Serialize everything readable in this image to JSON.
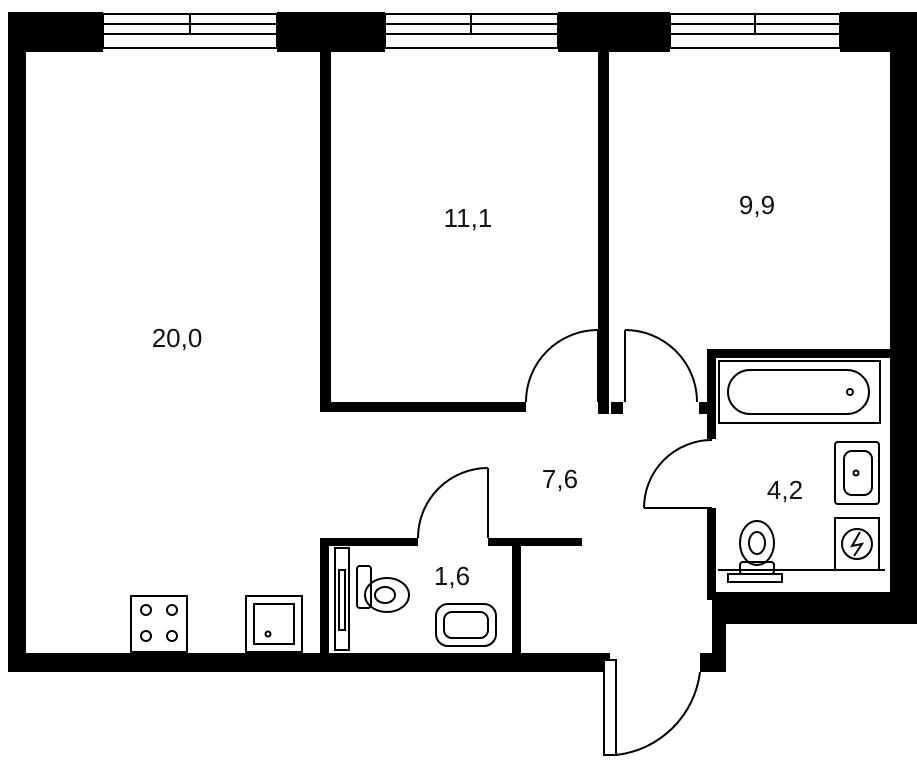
{
  "floor_plan": {
    "rooms": [
      {
        "key": "living_kitchen",
        "area": "20,0"
      },
      {
        "key": "bedroom_1",
        "area": "11,1"
      },
      {
        "key": "bedroom_2",
        "area": "9,9"
      },
      {
        "key": "hallway",
        "area": "7,6"
      },
      {
        "key": "bathroom",
        "area": "4,2"
      },
      {
        "key": "toilet",
        "area": "1,6"
      }
    ]
  }
}
